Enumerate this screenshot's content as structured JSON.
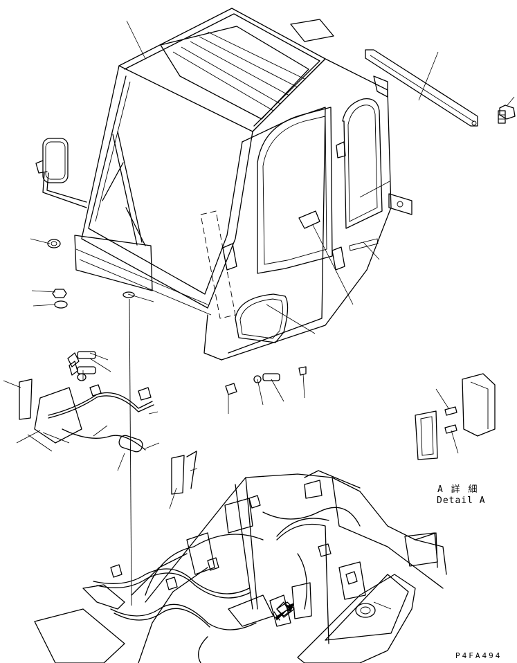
{
  "detail": {
    "label_jp": "A 詳 細",
    "label_en": "Detail A"
  },
  "figure": {
    "code": "P4FA494"
  }
}
